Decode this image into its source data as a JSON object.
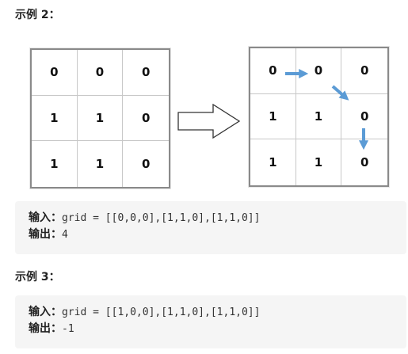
{
  "example2": {
    "heading": "示例 2：",
    "input_grid": [
      [
        "0",
        "0",
        "0"
      ],
      [
        "1",
        "1",
        "0"
      ],
      [
        "1",
        "1",
        "0"
      ]
    ],
    "output_grid": [
      [
        "0",
        "0",
        "0"
      ],
      [
        "1",
        "1",
        "0"
      ],
      [
        "1",
        "1",
        "0"
      ]
    ],
    "input_label": "输入：",
    "input_value": "grid = [[0,0,0],[1,1,0],[1,1,0]]",
    "output_label": "输出：",
    "output_value": "4"
  },
  "example3": {
    "heading": "示例 3：",
    "input_label": "输入：",
    "input_value": "grid = [[1,0,0],[1,1,0],[1,1,0]]",
    "output_label": "输出：",
    "output_value": "-1"
  },
  "colors": {
    "path_arrow": "#5b9bd5",
    "grid_border": "#8a8a8a",
    "code_background": "#f5f5f5"
  },
  "icons": {
    "transform_arrow": "right-arrow-outline-icon",
    "path_arrows": "path-arrow-icon"
  }
}
